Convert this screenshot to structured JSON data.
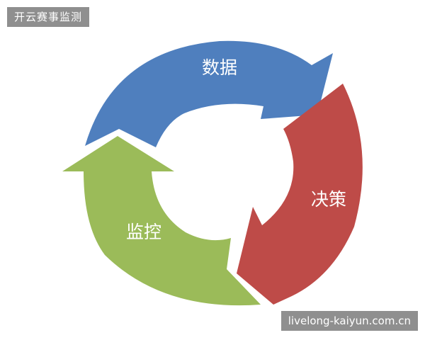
{
  "watermark": {
    "top_text": "开云赛事监测",
    "bottom_text": "livelong-kaiyun.com.cn"
  },
  "cycle": {
    "steps": [
      {
        "label": "数据",
        "color": "#4f7fbe"
      },
      {
        "label": "决策",
        "color": "#be4b48"
      },
      {
        "label": "监控",
        "color": "#9bbb59"
      }
    ]
  }
}
